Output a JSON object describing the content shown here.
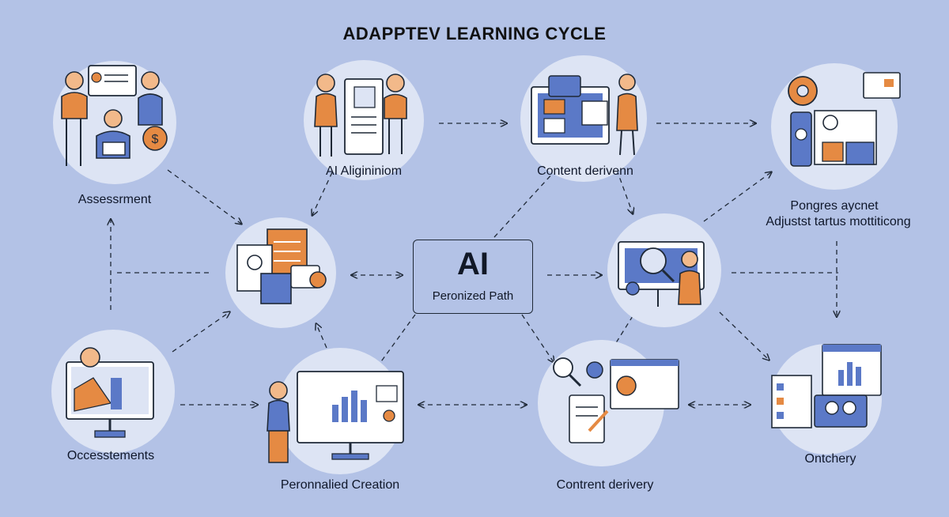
{
  "title": "ADAPPTEV LEARNING CYCLE",
  "center": {
    "main": "AI",
    "sub": "Peronized Path"
  },
  "nodes": {
    "assessment": "Assessrment",
    "algorithm": "AI Aligininiom",
    "content_top": "Content derivenn",
    "progress_line1": "Pongres aycnet",
    "progress_line2": "Adjustst tartus mottiticong",
    "occessments": "Occesstements",
    "creation": "Peronnalied Creation",
    "content_bottom": "Contrent derivery",
    "ontchery": "Ontchery"
  },
  "colors": {
    "background": "#b3c2e6",
    "circle": "#dde4f4",
    "orange": "#e58a43",
    "blue": "#5b79c7",
    "dark": "#1f2937"
  }
}
